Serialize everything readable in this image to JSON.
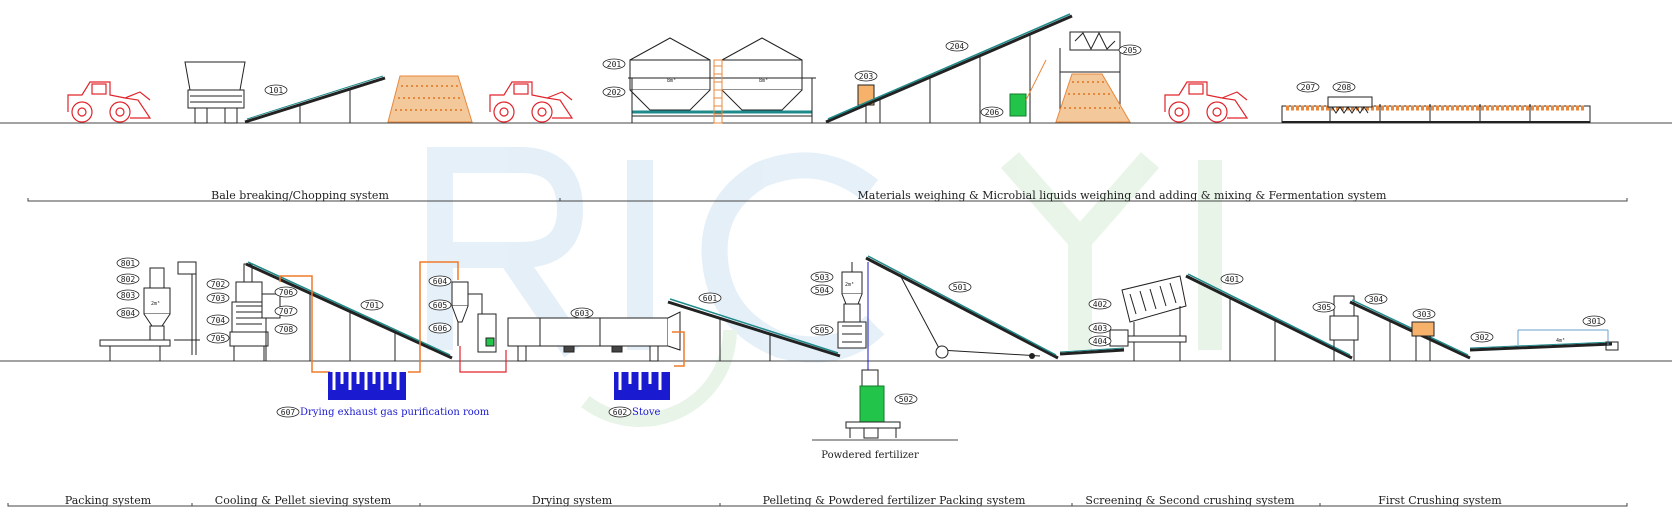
{
  "colors": {
    "equipment": "#222222",
    "loader": "#e0242b",
    "material": "#e8883c",
    "conveyor_belt": "#1f8a8a",
    "duct": "#f07a2a",
    "room": "#1a1ad0",
    "tank": "#22c44a",
    "watermark": "#cfe3f3"
  },
  "equipment_tags": {
    "t101": "101",
    "t201": "201",
    "t202": "202",
    "t203": "203",
    "t204": "204",
    "t205": "205",
    "t206": "206",
    "t207": "207",
    "t208": "208",
    "t301": "301",
    "t302": "302",
    "t303": "303",
    "t304": "304",
    "t305": "305",
    "t401": "401",
    "t402": "402",
    "t403": "403",
    "t404": "404",
    "t501": "501",
    "t502": "502",
    "t503": "503",
    "t504": "504",
    "t505": "505",
    "t601": "601",
    "t602": "602",
    "t603": "603",
    "t604": "604",
    "t605": "605",
    "t606": "606",
    "t607": "607",
    "t701": "701",
    "t702": "702",
    "t703": "703",
    "t704": "704",
    "t705": "705",
    "t706": "706",
    "t707": "707",
    "t708": "708",
    "t801": "801",
    "t802": "802",
    "t803": "803",
    "t804": "804"
  },
  "room_labels": {
    "drying_exhaust": "Drying exhaust gas purification room",
    "stove": "Stove"
  },
  "product_label": "Powdered fertilizer",
  "top_systems": {
    "bale": "Bale breaking/Chopping system",
    "materials": "Materials weighing & Microbial liquids weighing and adding & mixing & Fermentation system"
  },
  "bottom_systems": {
    "packing": "Packing system",
    "cooling": "Cooling & Pellet sieving system",
    "drying": "Drying system",
    "pelleting": "Pelleting & Powdered fertilizer Packing system",
    "screening": "Screening & Second crushing system",
    "first": "First Crushing system"
  }
}
